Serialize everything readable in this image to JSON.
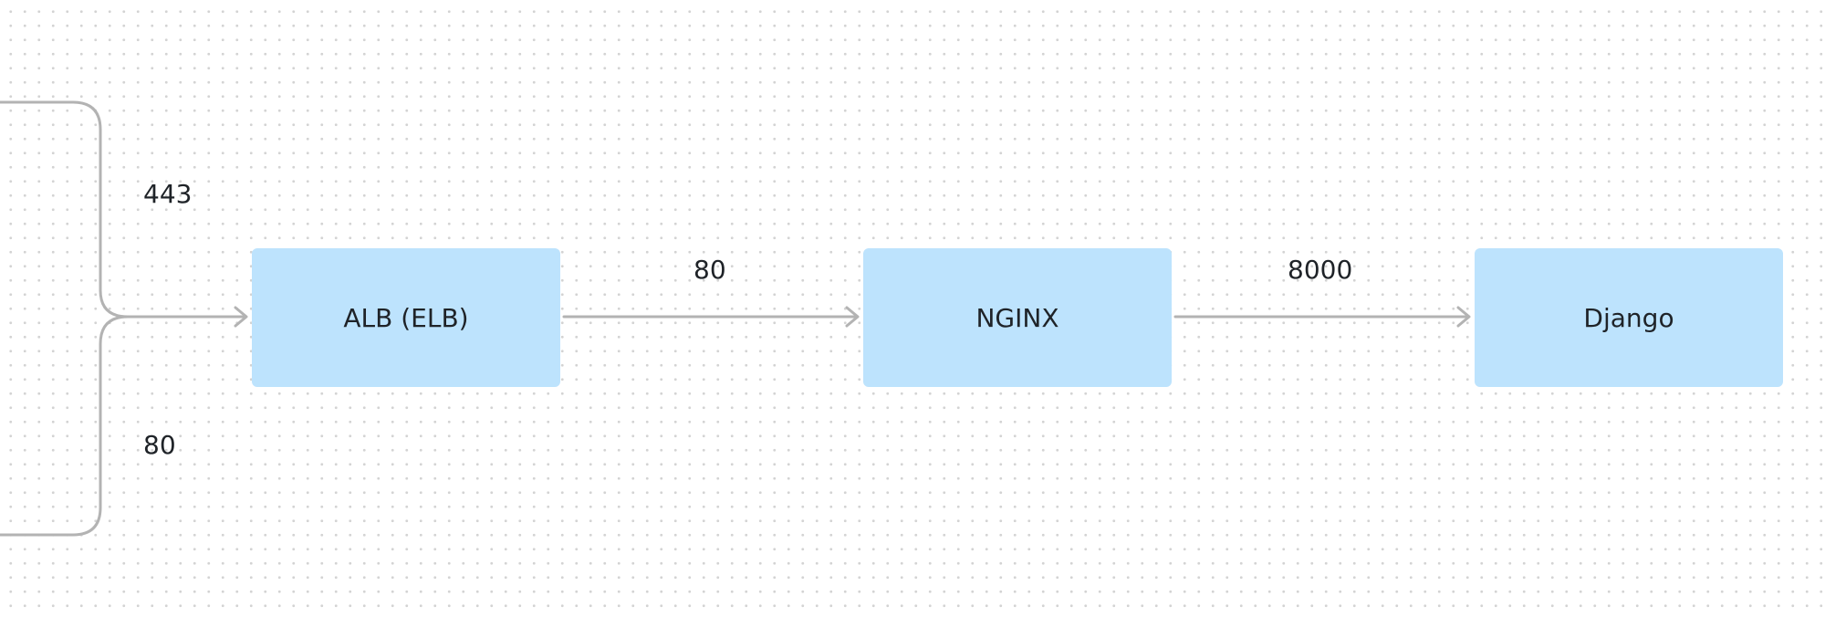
{
  "nodes": {
    "alb": {
      "label": "ALB (ELB)"
    },
    "nginx": {
      "label": "NGINX"
    },
    "django": {
      "label": "Django"
    }
  },
  "edges": {
    "incoming_https": {
      "label": "443"
    },
    "incoming_http": {
      "label": "80"
    },
    "alb_to_nginx": {
      "label": "80"
    },
    "nginx_to_django": {
      "label": "8000"
    }
  },
  "colors": {
    "node_fill": "#bde3fd",
    "connector": "#b3b3b3",
    "text": "#1f2328"
  }
}
